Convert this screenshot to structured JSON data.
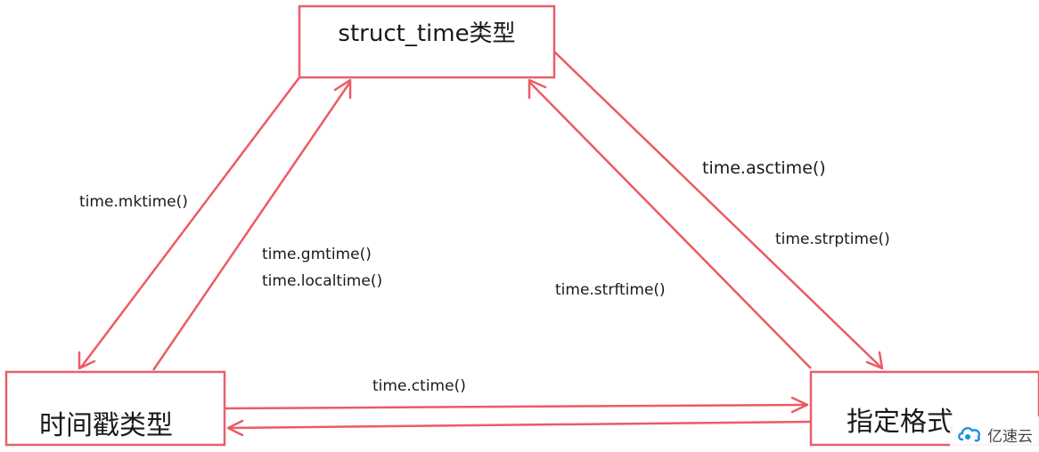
{
  "nodes": {
    "struct_time": "struct_time类型",
    "timestamp": "时间戳类型",
    "formatted": "指定格式"
  },
  "edges": {
    "mktime": "time.mktime()",
    "gmtime": "time.gmtime()",
    "localtime": "time.localtime()",
    "asctime": "time.asctime()",
    "strptime": "time.strptime()",
    "strftime": "time.strftime()",
    "ctime": "time.ctime()"
  },
  "watermark": {
    "text": "亿速云",
    "icon": "cloud-logo-icon"
  },
  "colors": {
    "edge": "#ec5b64",
    "box_border": "#e8606a",
    "watermark_blue": "#1d8fe1"
  }
}
